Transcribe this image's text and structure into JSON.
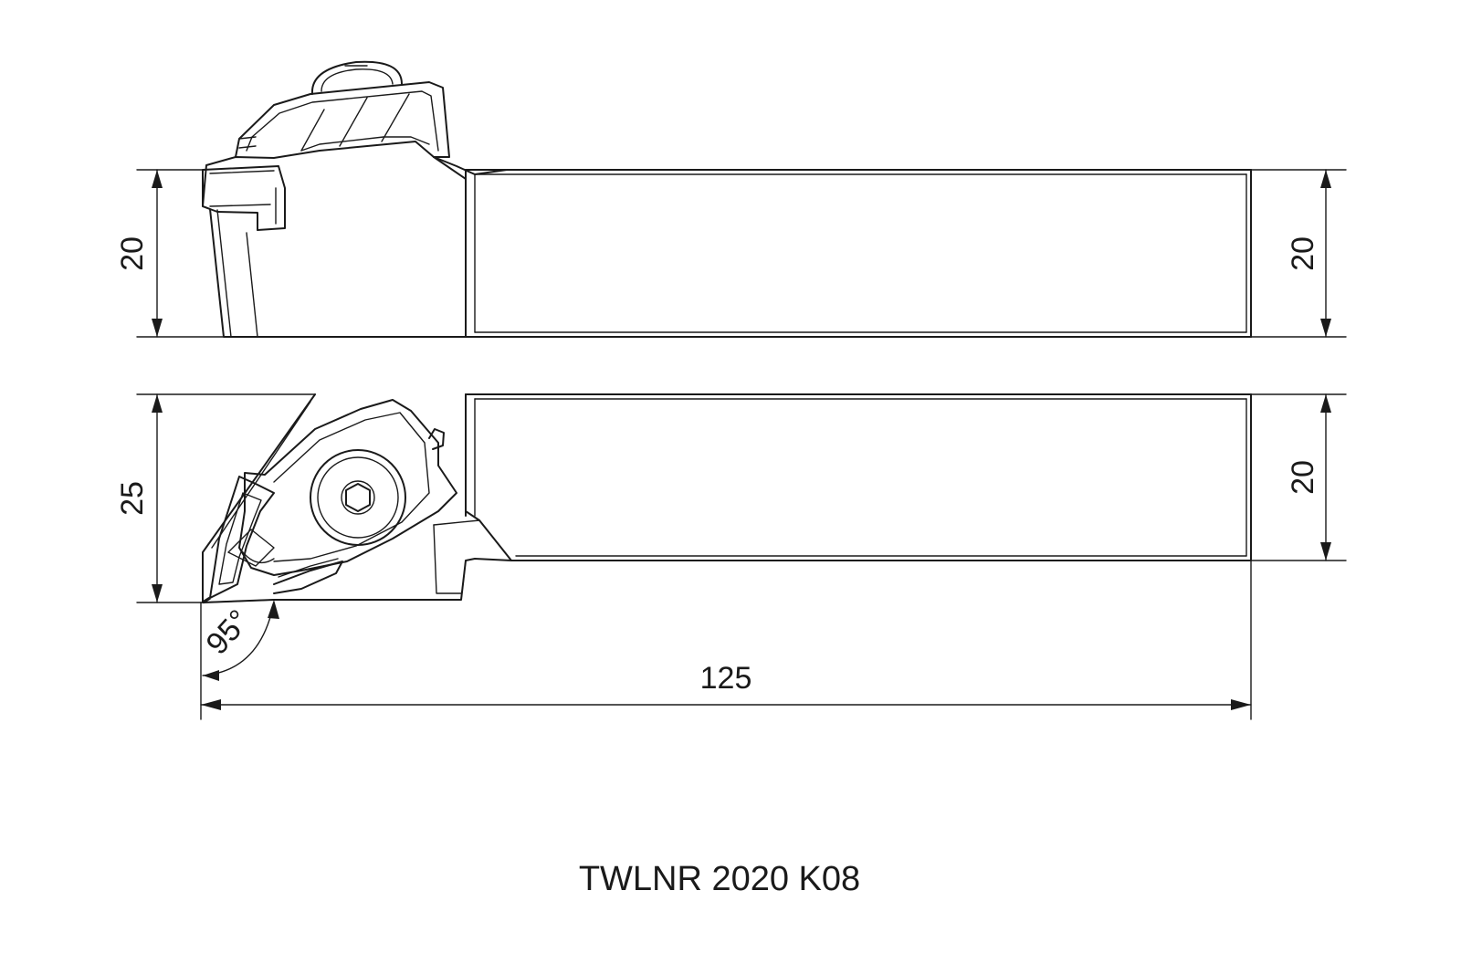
{
  "drawing": {
    "side_view": {
      "height_left_label": "20",
      "height_right_label": "20"
    },
    "top_view": {
      "width_left_label": "25",
      "shank_width_label": "20",
      "approach_angle_label": "95°"
    },
    "overall_length_label": "125",
    "designation": "TWLNR 2020 K08"
  },
  "colors": {
    "line": "#1a1a1a",
    "background": "#ffffff"
  }
}
